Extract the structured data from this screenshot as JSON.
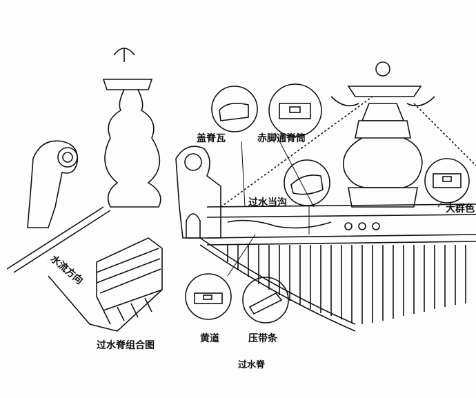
{
  "labels": {
    "cover_ridge_tile": "盖脊瓦",
    "chijiao_ridge_tube": "赤脚通脊筒",
    "guoshui_danggou": "过水当沟",
    "da_qunse": "大群色",
    "water_flow_direction": "水流方向",
    "assembly_title": "过水脊组合图",
    "huangdao": "黄道",
    "yadaitiao": "压带条",
    "main_title": "过水脊"
  }
}
